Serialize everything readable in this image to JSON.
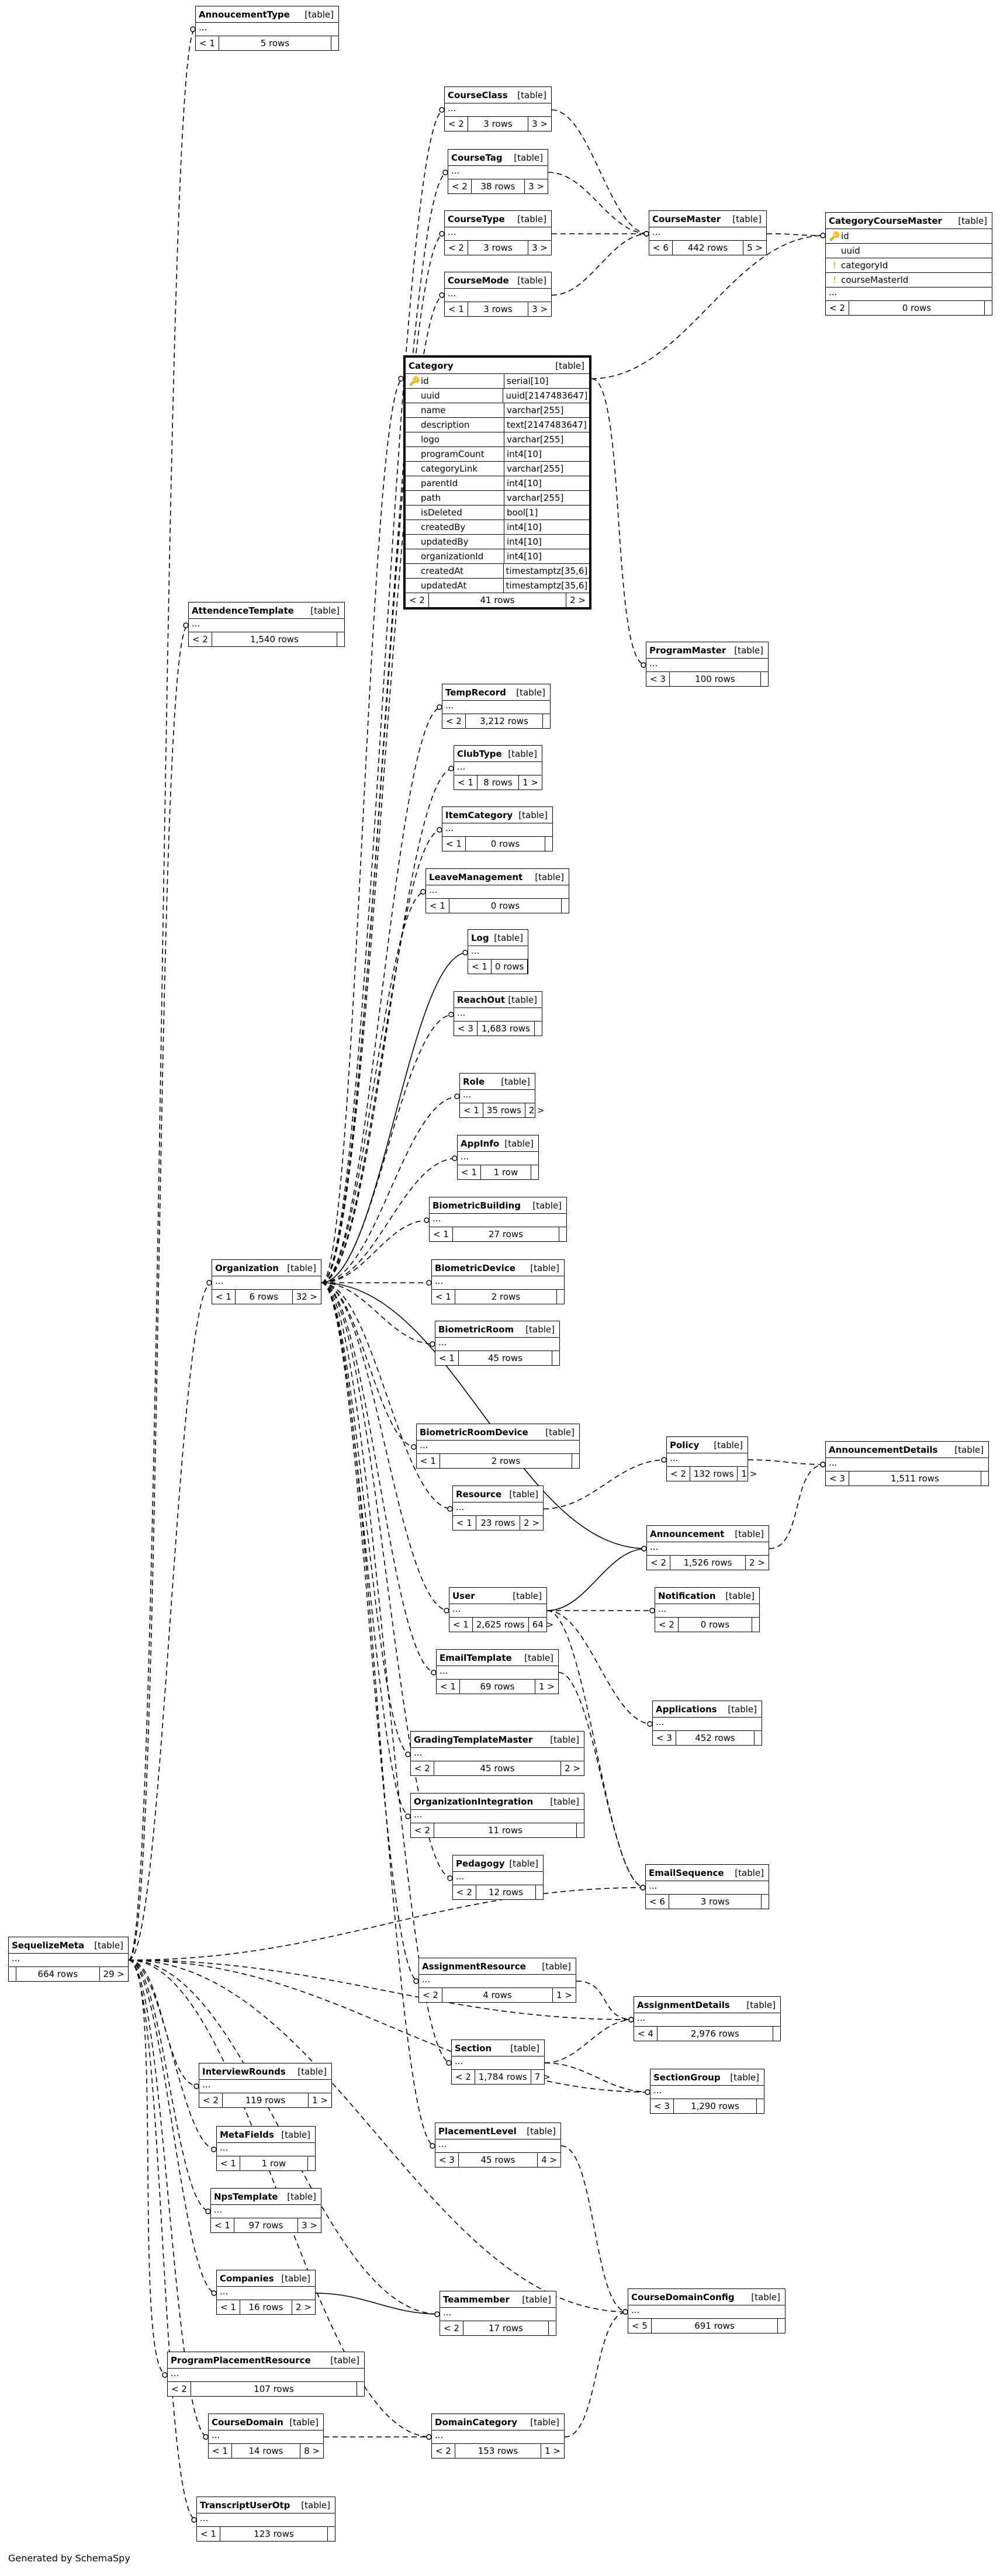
{
  "footer": "Generated by SchemaSpy",
  "tables": {
    "announcementType": {
      "name": "AnnoucementType",
      "tag": "[table]",
      "parents": "< 1",
      "rows": "5 rows",
      "children": ""
    },
    "courseClass": {
      "name": "CourseClass",
      "tag": "[table]",
      "parents": "< 2",
      "rows": "3 rows",
      "children": "3 >"
    },
    "courseTag": {
      "name": "CourseTag",
      "tag": "[table]",
      "parents": "< 2",
      "rows": "38 rows",
      "children": "3 >"
    },
    "courseType": {
      "name": "CourseType",
      "tag": "[table]",
      "parents": "< 2",
      "rows": "3 rows",
      "children": "3 >"
    },
    "courseMode": {
      "name": "CourseMode",
      "tag": "[table]",
      "parents": "< 1",
      "rows": "3 rows",
      "children": "3 >"
    },
    "courseMaster": {
      "name": "CourseMaster",
      "tag": "[table]",
      "parents": "< 6",
      "rows": "442 rows",
      "children": "5 >"
    },
    "categoryCourseMaster": {
      "name": "CategoryCourseMaster",
      "tag": "[table]",
      "parents": "< 2",
      "rows": "0 rows",
      "children": "",
      "columns": [
        {
          "name": "id",
          "key": "pk"
        },
        {
          "name": "uuid",
          "key": ""
        },
        {
          "name": "categoryId",
          "key": "fk"
        },
        {
          "name": "courseMasterId",
          "key": "fk"
        }
      ]
    },
    "category": {
      "name": "Category",
      "tag": "[table]",
      "parents": "< 2",
      "rows": "41 rows",
      "children": "2 >",
      "columns": [
        {
          "name": "id",
          "type": "serial[10]",
          "key": "pk"
        },
        {
          "name": "uuid",
          "type": "uuid[2147483647]",
          "key": ""
        },
        {
          "name": "name",
          "type": "varchar[255]",
          "key": ""
        },
        {
          "name": "description",
          "type": "text[2147483647]",
          "key": ""
        },
        {
          "name": "logo",
          "type": "varchar[255]",
          "key": ""
        },
        {
          "name": "programCount",
          "type": "int4[10]",
          "key": ""
        },
        {
          "name": "categoryLink",
          "type": "varchar[255]",
          "key": ""
        },
        {
          "name": "parentId",
          "type": "int4[10]",
          "key": ""
        },
        {
          "name": "path",
          "type": "varchar[255]",
          "key": ""
        },
        {
          "name": "isDeleted",
          "type": "bool[1]",
          "key": ""
        },
        {
          "name": "createdBy",
          "type": "int4[10]",
          "key": ""
        },
        {
          "name": "updatedBy",
          "type": "int4[10]",
          "key": ""
        },
        {
          "name": "organizationId",
          "type": "int4[10]",
          "key": ""
        },
        {
          "name": "createdAt",
          "type": "timestamptz[35,6]",
          "key": ""
        },
        {
          "name": "updatedAt",
          "type": "timestamptz[35,6]",
          "key": ""
        }
      ]
    },
    "attendenceTemplate": {
      "name": "AttendenceTemplate",
      "tag": "[table]",
      "parents": "< 2",
      "rows": "1,540 rows",
      "children": ""
    },
    "programMaster": {
      "name": "ProgramMaster",
      "tag": "[table]",
      "parents": "< 3",
      "rows": "100 rows",
      "children": ""
    },
    "tempRecord": {
      "name": "TempRecord",
      "tag": "[table]",
      "parents": "< 2",
      "rows": "3,212 rows",
      "children": ""
    },
    "clubType": {
      "name": "ClubType",
      "tag": "[table]",
      "parents": "< 1",
      "rows": "8 rows",
      "children": "1 >"
    },
    "itemCategory": {
      "name": "ItemCategory",
      "tag": "[table]",
      "parents": "< 1",
      "rows": "0 rows",
      "children": ""
    },
    "leaveManagement": {
      "name": "LeaveManagement",
      "tag": "[table]",
      "parents": "< 1",
      "rows": "0 rows",
      "children": ""
    },
    "log": {
      "name": "Log",
      "tag": "[table]",
      "parents": "< 1",
      "rows": "0 rows",
      "children": ""
    },
    "reachOut": {
      "name": "ReachOut",
      "tag": "[table]",
      "parents": "< 3",
      "rows": "1,683 rows",
      "children": ""
    },
    "role": {
      "name": "Role",
      "tag": "[table]",
      "parents": "< 1",
      "rows": "35 rows",
      "children": "2 >"
    },
    "appInfo": {
      "name": "AppInfo",
      "tag": "[table]",
      "parents": "< 1",
      "rows": "1 row",
      "children": ""
    },
    "biometricBuilding": {
      "name": "BiometricBuilding",
      "tag": "[table]",
      "parents": "< 1",
      "rows": "27 rows",
      "children": ""
    },
    "organization": {
      "name": "Organization",
      "tag": "[table]",
      "parents": "< 1",
      "rows": "6 rows",
      "children": "32 >"
    },
    "biometricDevice": {
      "name": "BiometricDevice",
      "tag": "[table]",
      "parents": "< 1",
      "rows": "2 rows",
      "children": ""
    },
    "biometricRoom": {
      "name": "BiometricRoom",
      "tag": "[table]",
      "parents": "< 1",
      "rows": "45 rows",
      "children": ""
    },
    "biometricRoomDevice": {
      "name": "BiometricRoomDevice",
      "tag": "[table]",
      "parents": "< 1",
      "rows": "2 rows",
      "children": ""
    },
    "policy": {
      "name": "Policy",
      "tag": "[table]",
      "parents": "< 2",
      "rows": "132 rows",
      "children": "1 >"
    },
    "announcementDetails": {
      "name": "AnnouncementDetails",
      "tag": "[table]",
      "parents": "< 3",
      "rows": "1,511 rows",
      "children": ""
    },
    "resource": {
      "name": "Resource",
      "tag": "[table]",
      "parents": "< 1",
      "rows": "23 rows",
      "children": "2 >"
    },
    "announcement": {
      "name": "Announcement",
      "tag": "[table]",
      "parents": "< 2",
      "rows": "1,526 rows",
      "children": "2 >"
    },
    "user": {
      "name": "User",
      "tag": "[table]",
      "parents": "< 1",
      "rows": "2,625 rows",
      "children": "64 >"
    },
    "notification": {
      "name": "Notification",
      "tag": "[table]",
      "parents": "< 2",
      "rows": "0 rows",
      "children": ""
    },
    "emailTemplate": {
      "name": "EmailTemplate",
      "tag": "[table]",
      "parents": "< 1",
      "rows": "69 rows",
      "children": "1 >"
    },
    "applications": {
      "name": "Applications",
      "tag": "[table]",
      "parents": "< 3",
      "rows": "452 rows",
      "children": ""
    },
    "gradingTemplateMaster": {
      "name": "GradingTemplateMaster",
      "tag": "[table]",
      "parents": "< 2",
      "rows": "45 rows",
      "children": "2 >"
    },
    "organizationIntegration": {
      "name": "OrganizationIntegration",
      "tag": "[table]",
      "parents": "< 2",
      "rows": "11 rows",
      "children": ""
    },
    "pedagogy": {
      "name": "Pedagogy",
      "tag": "[table]",
      "parents": "< 2",
      "rows": "12 rows",
      "children": ""
    },
    "emailSequence": {
      "name": "EmailSequence",
      "tag": "[table]",
      "parents": "< 6",
      "rows": "3 rows",
      "children": ""
    },
    "sequelizeMeta": {
      "name": "SequelizeMeta",
      "tag": "[table]",
      "parents": "",
      "rows": "664 rows",
      "children": "29 >"
    },
    "assignmentResource": {
      "name": "AssignmentResource",
      "tag": "[table]",
      "parents": "< 2",
      "rows": "4 rows",
      "children": "1 >"
    },
    "assignmentDetails": {
      "name": "AssignmentDetails",
      "tag": "[table]",
      "parents": "< 4",
      "rows": "2,976 rows",
      "children": ""
    },
    "section": {
      "name": "Section",
      "tag": "[table]",
      "parents": "< 2",
      "rows": "1,784 rows",
      "children": "7 >"
    },
    "sectionGroup": {
      "name": "SectionGroup",
      "tag": "[table]",
      "parents": "< 3",
      "rows": "1,290 rows",
      "children": ""
    },
    "interviewRounds": {
      "name": "InterviewRounds",
      "tag": "[table]",
      "parents": "< 2",
      "rows": "119 rows",
      "children": "1 >"
    },
    "placementLevel": {
      "name": "PlacementLevel",
      "tag": "[table]",
      "parents": "< 3",
      "rows": "45 rows",
      "children": "4 >"
    },
    "metaFields": {
      "name": "MetaFields",
      "tag": "[table]",
      "parents": "< 1",
      "rows": "1 row",
      "children": ""
    },
    "npsTemplate": {
      "name": "NpsTemplate",
      "tag": "[table]",
      "parents": "< 1",
      "rows": "97 rows",
      "children": "3 >"
    },
    "companies": {
      "name": "Companies",
      "tag": "[table]",
      "parents": "< 1",
      "rows": "16 rows",
      "children": "2 >"
    },
    "teammember": {
      "name": "Teammember",
      "tag": "[table]",
      "parents": "< 2",
      "rows": "17 rows",
      "children": ""
    },
    "courseDomainConfig": {
      "name": "CourseDomainConfig",
      "tag": "[table]",
      "parents": "< 5",
      "rows": "691 rows",
      "children": ""
    },
    "programPlacementResource": {
      "name": "ProgramPlacementResource",
      "tag": "[table]",
      "parents": "< 2",
      "rows": "107 rows",
      "children": ""
    },
    "courseDomain": {
      "name": "CourseDomain",
      "tag": "[table]",
      "parents": "< 1",
      "rows": "14 rows",
      "children": "8 >"
    },
    "domainCategory": {
      "name": "DomainCategory",
      "tag": "[table]",
      "parents": "< 2",
      "rows": "153 rows",
      "children": "1 >"
    },
    "transcriptUserOtp": {
      "name": "TranscriptUserOtp",
      "tag": "[table]",
      "parents": "< 1",
      "rows": "123 rows",
      "children": ""
    }
  }
}
